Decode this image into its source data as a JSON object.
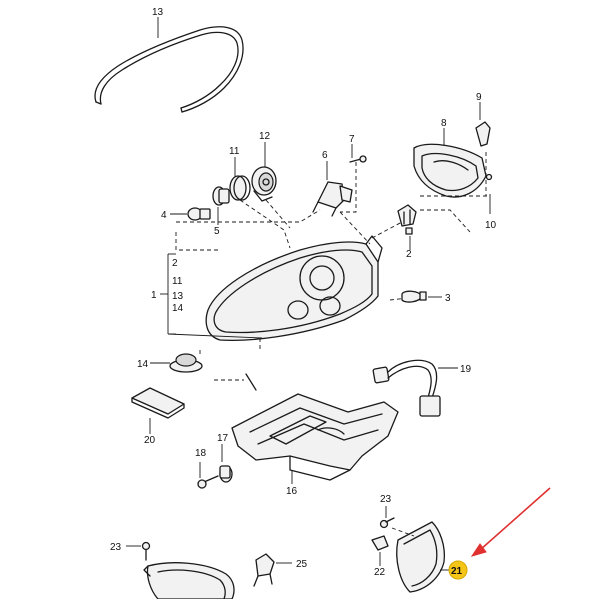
{
  "callouts": {
    "c1": "1",
    "c2": "2",
    "c3": "3",
    "c4": "4",
    "c5": "5",
    "c6": "6",
    "c7": "7",
    "c8": "8",
    "c9": "9",
    "c10": "10",
    "c11": "11",
    "c12": "12",
    "c13": "13",
    "c14": "14",
    "c16": "16",
    "c17": "17",
    "c18": "18",
    "c19": "19",
    "c20": "20",
    "c21": "21",
    "c22": "22",
    "c23": "23",
    "c25": "25"
  },
  "bracket_list": [
    "2",
    "11",
    "13",
    "14"
  ],
  "colors": {
    "highlight_badge": "#f5c518",
    "pointer_arrow": "#e03030"
  }
}
